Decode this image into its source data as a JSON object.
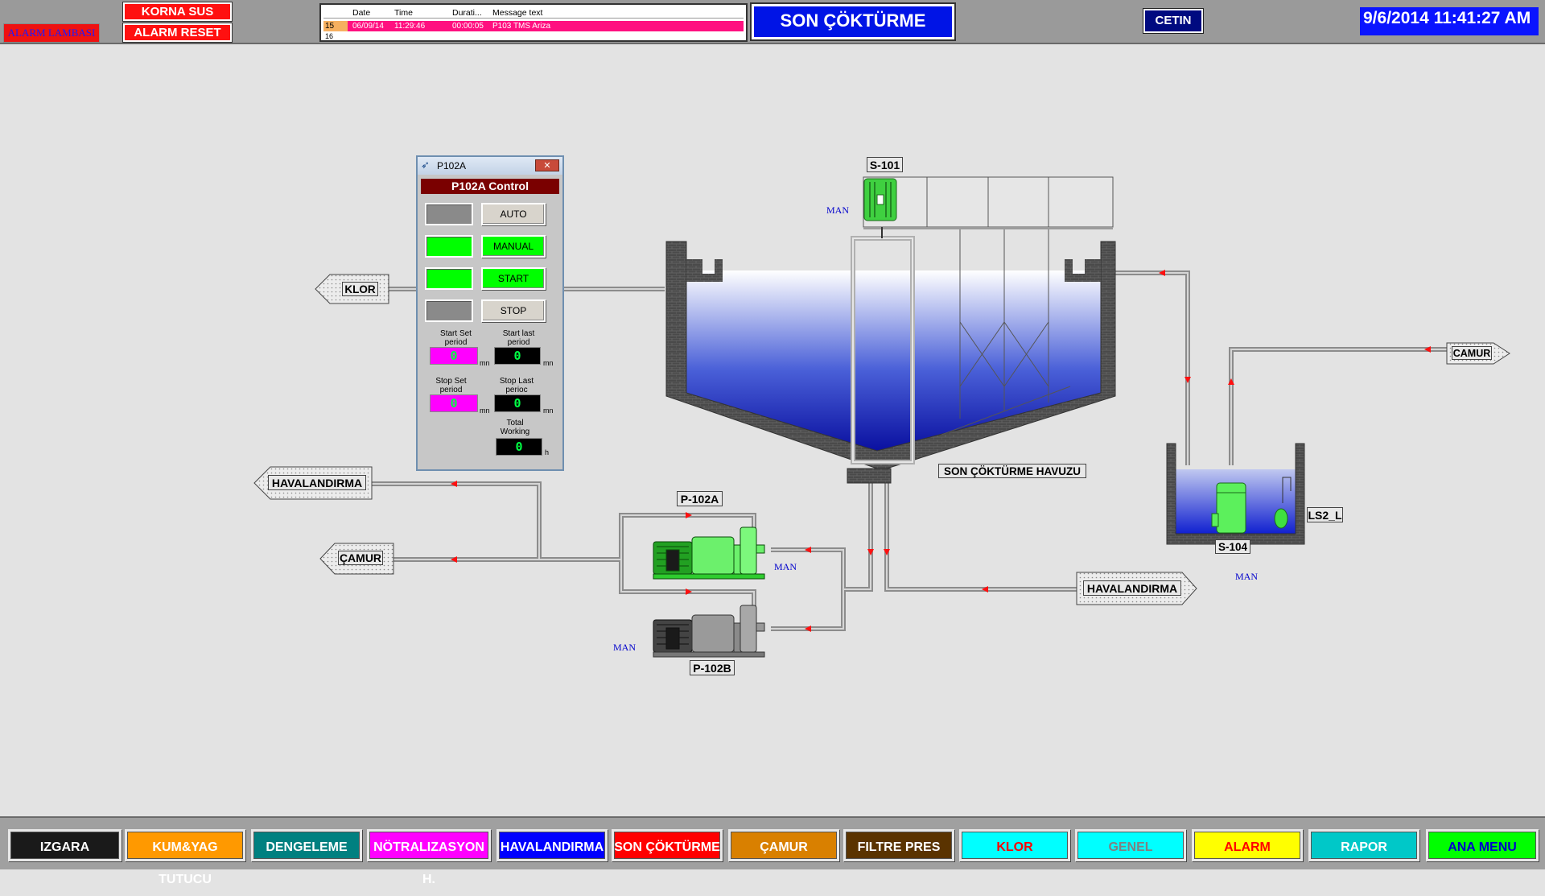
{
  "header": {
    "alarm_lamp": "ALARM LAMBASI",
    "horn_mute": "KORNA SUS",
    "alarm_reset": "ALARM RESET",
    "screen_title": "SON ÇÖKTÜRME",
    "user": "CETIN",
    "datetime": "9/6/2014 11:41:27 AM"
  },
  "alarm_list": {
    "columns": [
      "",
      "Date",
      "Time",
      "Durati...",
      "Message text"
    ],
    "rows": [
      {
        "no": "15",
        "date": "06/09/14",
        "time": "11:29:46",
        "duration": "00:00:05",
        "message": "P103 TMS Ariza"
      },
      {
        "no": "16",
        "date": "",
        "time": "",
        "duration": "",
        "message": ""
      }
    ]
  },
  "popup": {
    "window_title": "P102A",
    "header": "P102A Control",
    "buttons": {
      "auto": "AUTO",
      "manual": "MANUAL",
      "start": "START",
      "stop": "STOP"
    },
    "indicators": {
      "auto": "off",
      "manual": "on",
      "start": "on",
      "stop": "off"
    },
    "start_set_label": "Start Set period",
    "start_last_label": "Start last period",
    "stop_set_label": "Stop Set period",
    "stop_last_label": "Stop Last perioc",
    "total_label": "Total Working",
    "start_set_value": "0",
    "start_last_value": "0",
    "stop_set_value": "0",
    "stop_last_value": "0",
    "total_value": "0",
    "unit_mn": "mn",
    "unit_h": "h"
  },
  "process": {
    "tank_label": "SON ÇÖKTÜRME HAVUZU",
    "scraper_label": "S-101",
    "pump_a_label": "P-102A",
    "pump_b_label": "P-102B",
    "sludge_pump_label": "S-104",
    "level_switch_label": "LS2_L",
    "mode_text": "MAN",
    "out_klor": "KLOR",
    "out_havalandirma_1": "HAVALANDIRMA",
    "out_camur_1": "ÇAMUR",
    "out_havalandirma_2": "HAVALANDIRMA",
    "out_camur_2": "CAMUR"
  },
  "nav": [
    {
      "label": "IZGARA",
      "bg": "#1a1a1a",
      "fg": "#ffffff"
    },
    {
      "label": "KUM&YAG TUTUCU",
      "bg": "#ff9900",
      "fg": "#ffffff"
    },
    {
      "label": "DENGELEME",
      "bg": "#008080",
      "fg": "#ffffff"
    },
    {
      "label": "NÖTRALIZASYON H.",
      "bg": "#ff00ff",
      "fg": "#ffffff"
    },
    {
      "label": "HAVALANDIRMA",
      "bg": "#0000ff",
      "fg": "#ffffff"
    },
    {
      "label": "SON ÇÖKTÜRME",
      "bg": "#ff0000",
      "fg": "#ffffff"
    },
    {
      "label": "ÇAMUR",
      "bg": "#d98000",
      "fg": "#ffffff"
    },
    {
      "label": "FILTRE PRES",
      "bg": "#5a3300",
      "fg": "#ffffff"
    },
    {
      "label": "KLOR",
      "bg": "#00ffff",
      "fg": "#ff0000"
    },
    {
      "label": "GENEL",
      "bg": "#00ffff",
      "fg": "#808080"
    },
    {
      "label": "ALARM",
      "bg": "#ffff00",
      "fg": "#ff0000"
    },
    {
      "label": "RAPOR",
      "bg": "#00c8c8",
      "fg": "#ffffff"
    },
    {
      "label": "ANA MENU",
      "bg": "#00ff00",
      "fg": "#0000cc"
    }
  ],
  "colors": {
    "background": "#e3e3e3",
    "pump_running": "#55ee55",
    "pump_stopped": "#8a8a8a",
    "water": "#2030d0",
    "flow_arrow": "#ff0000"
  }
}
